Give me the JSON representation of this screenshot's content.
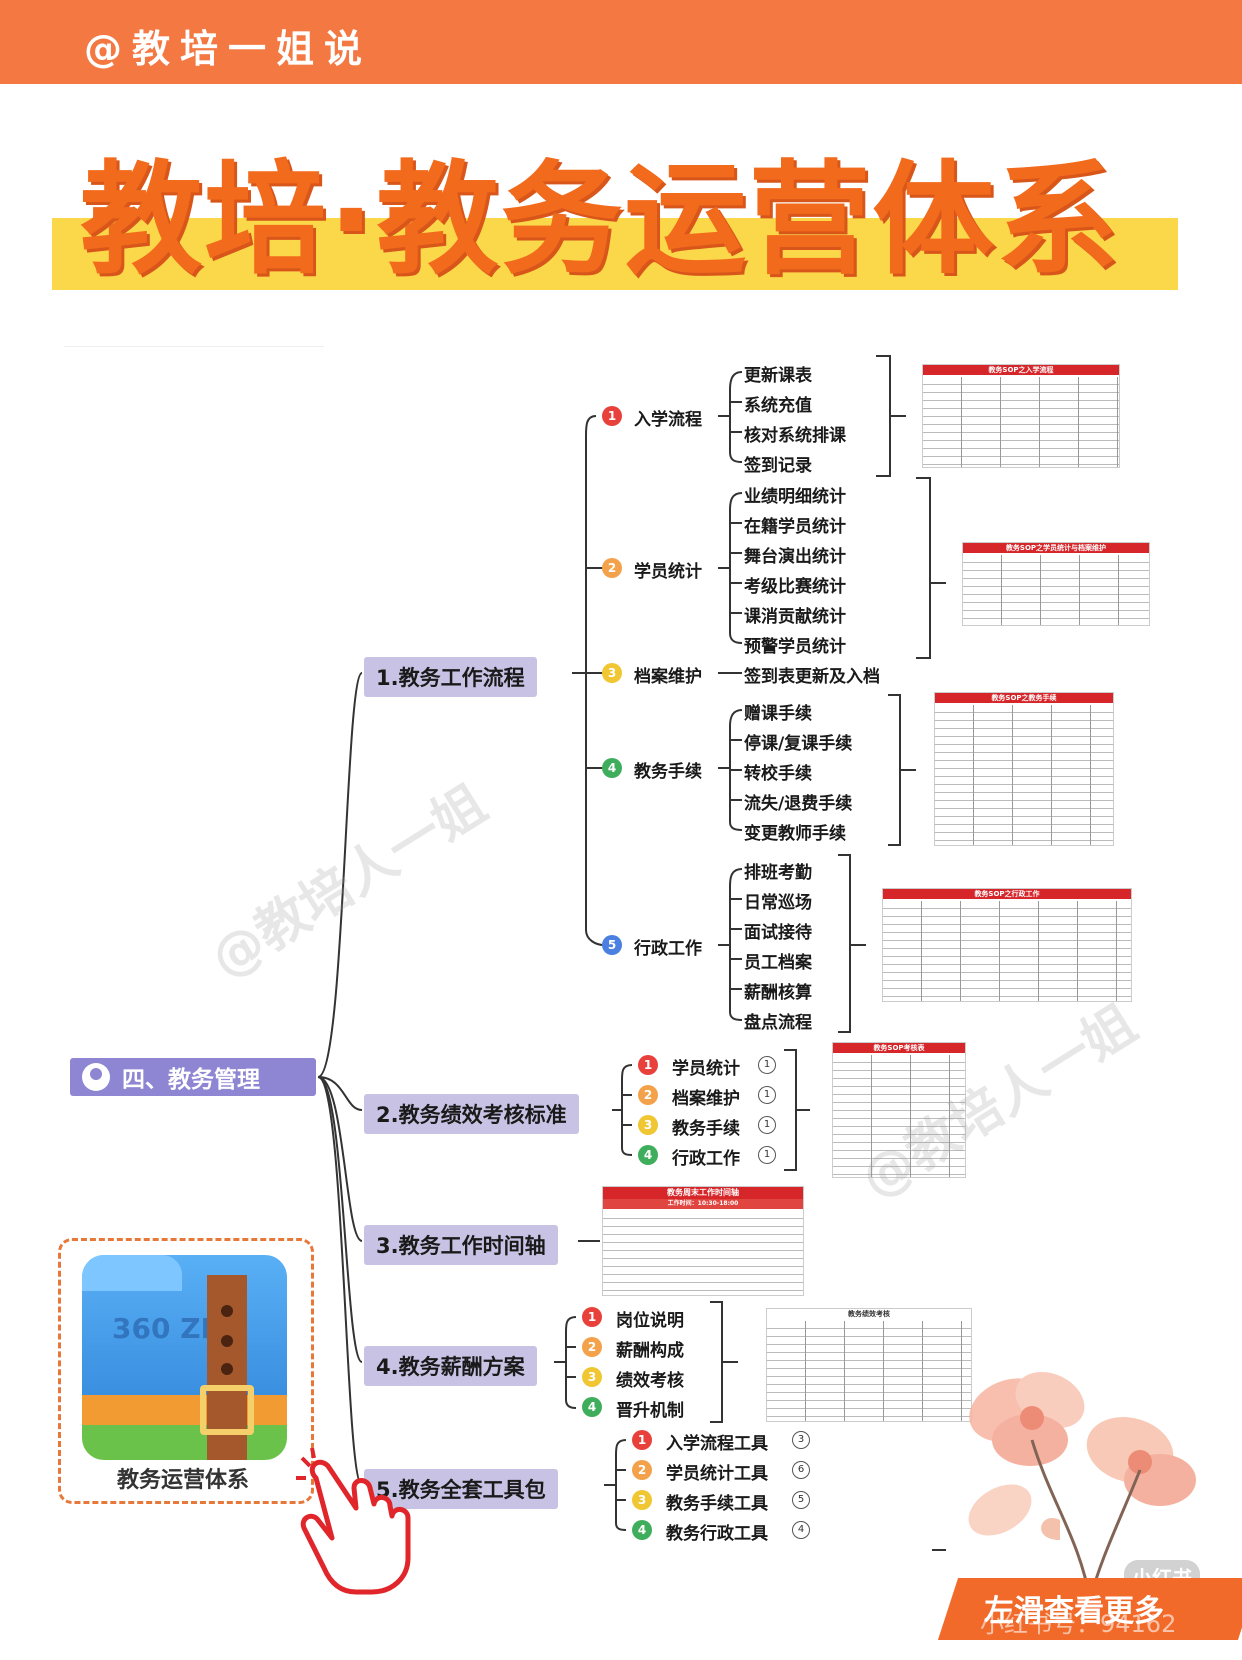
{
  "header": {
    "handle": "@教培一姐说"
  },
  "title": "教培·教务运营体系",
  "root": {
    "label": "四、教务管理"
  },
  "branch1": {
    "label": "1.教务工作流程",
    "groups": [
      {
        "num": "1",
        "label": "入学流程",
        "items": [
          "更新课表",
          "系统充值",
          "核对系统排课",
          "签到记录"
        ]
      },
      {
        "num": "2",
        "label": "学员统计",
        "items": [
          "业绩明细统计",
          "在籍学员统计",
          "舞台演出统计",
          "考级比赛统计",
          "课消贡献统计",
          "预警学员统计"
        ]
      },
      {
        "num": "3",
        "label": "档案维护",
        "items": [
          "签到表更新及入档"
        ]
      },
      {
        "num": "4",
        "label": "教务手续",
        "items": [
          "赠课手续",
          "停课/复课手续",
          "转校手续",
          "流失/退费手续",
          "变更教师手续"
        ]
      },
      {
        "num": "5",
        "label": "行政工作",
        "items": [
          "排班考勤",
          "日常巡场",
          "面试接待",
          "员工档案",
          "薪酬核算",
          "盘点流程"
        ]
      }
    ],
    "thumbs": [
      "教务SOP之入学流程",
      "教务SOP之学员统计与档案维护",
      "教务SOP之教务手续",
      "教务SOP之行政工作"
    ]
  },
  "branch2": {
    "label": "2.教务绩效考核标准",
    "items": [
      {
        "num": "1",
        "label": "学员统计",
        "ref": "1"
      },
      {
        "num": "2",
        "label": "档案维护",
        "ref": "1"
      },
      {
        "num": "3",
        "label": "教务手续",
        "ref": "1"
      },
      {
        "num": "4",
        "label": "行政工作",
        "ref": "1"
      }
    ],
    "thumb": "教务SOP考核表"
  },
  "branch3": {
    "label": "3.教务工作时间轴",
    "thumb_title": "教务周末工作时间轴",
    "thumb_subtitle": "工作时间：10:30-18:00"
  },
  "branch4": {
    "label": "4.教务薪酬方案",
    "items": [
      {
        "num": "1",
        "label": "岗位说明"
      },
      {
        "num": "2",
        "label": "薪酬构成"
      },
      {
        "num": "3",
        "label": "绩效考核"
      },
      {
        "num": "4",
        "label": "晋升机制"
      }
    ],
    "thumb": "教务绩效考核"
  },
  "branch5": {
    "label": "5.教务全套工具包",
    "items": [
      {
        "num": "1",
        "label": "入学流程工具",
        "ref": "3"
      },
      {
        "num": "2",
        "label": "学员统计工具",
        "ref": "6"
      },
      {
        "num": "3",
        "label": "教务手续工具",
        "ref": "5"
      },
      {
        "num": "4",
        "label": "教务行政工具",
        "ref": "4"
      }
    ]
  },
  "watermark": "@教培人一姐",
  "zip": {
    "icon_text": "360 ZIP",
    "caption": "教务运营体系"
  },
  "footer": {
    "swipe": "左滑查看更多",
    "brand": "小红书",
    "user_id": "小红书号：94162"
  },
  "colors": {
    "accent_orange": "#f47842",
    "title_orange": "#f26a1c",
    "title_band": "#fbd74a",
    "pill": "#c8c3e4",
    "root": "#8e86d3"
  }
}
